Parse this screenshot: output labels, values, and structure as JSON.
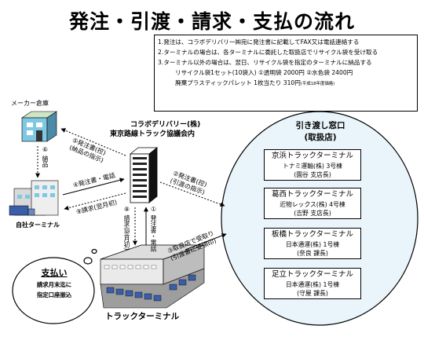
{
  "title": "発注・引渡・請求・支払の流れ",
  "notes": [
    "1.発注は、コラボデリバリー㈱宛に発注書に記載してFAX又は電話連絡する",
    "2.ターミナルの場合は、各ターミナルに委託した取扱店でリサイクル袋を受け取る",
    "3.ターミナル以外の場合は、翌日、リサイクル袋を指定のターミナルに納品する",
    "リサイクル袋1セット(10袋入) ①透明袋 2000円 ②水色袋 2400円",
    "廃棄プラスティックパレット 1枚当たり 310円"
  ],
  "notes_small": "(平成18年度価格)",
  "maker_label": "メーカー倉庫",
  "company_line1": "コラボデリバリー(株)",
  "company_line2": "東京路線トラック協議会内",
  "own_terminal": "自社ターミナル",
  "truck_terminal": "トラックターミナル",
  "arrow_5_line1": "⑤発注書(控)",
  "arrow_5_line2": "(納品の指示)",
  "arrow_6": "⑥ 納品",
  "arrow_4": "④発注書・電話",
  "arrow_9": "⑨請求(翌月初)",
  "arrow_8": "⑧ 請求(翌月初)",
  "arrow_1": "① 発注書・電話",
  "arrow_2_line1": "②発注書(控)",
  "arrow_2_line2": "(引渡の指示)",
  "arrow_3_line1": "③取扱店で受取り",
  "arrow_3_line2": "(引渡書に受領印)",
  "panel_title_line1": "引き渡し窓口",
  "panel_title_line2": "(取扱店)",
  "terminals": [
    {
      "name": "京浜トラックターミナル",
      "line2": "トナミ運輸(株) 3号棟",
      "line3": "(園谷 支店長)"
    },
    {
      "name": "葛西トラックターミナル",
      "line2": "近物レックス(株) 4号棟",
      "line3": "(吉野 支店長)"
    },
    {
      "name": "板橋トラックターミナル",
      "line2": "日本通運(株) 1号棟",
      "line3": "(奈良 課長)"
    },
    {
      "name": "足立トラックターミナル",
      "line2": "日本通運(株) 1号棟",
      "line3": "(守屋 課長)"
    }
  ],
  "payment_title": "支払い",
  "payment_line1": "請求月末迄に",
  "payment_line2": "指定口座振込",
  "colors": {
    "building_cyan": "#7ec8e3",
    "ellipse_fill": "#e9f5fb",
    "truck_blue": "#3a5ea8"
  }
}
